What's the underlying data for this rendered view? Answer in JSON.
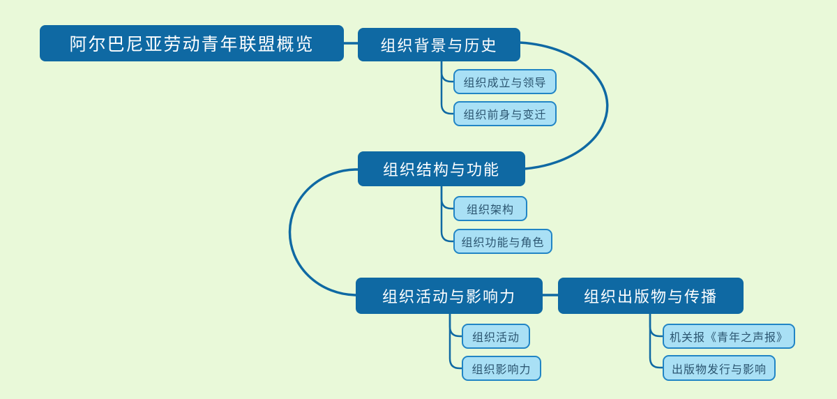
{
  "colors": {
    "background": "#e9f9d9",
    "node_fill": "#0f69a3",
    "node_text": "#ffffff",
    "child_fill": "#a9e0f5",
    "child_border": "#2185c5",
    "child_text": "#2b5570",
    "connector": "#0f69a3"
  },
  "mindmap": {
    "root": {
      "label": "阿尔巴尼亚劳动青年联盟概览"
    },
    "branches": [
      {
        "label": "组织背景与历史",
        "children": [
          {
            "label": "组织成立与领导"
          },
          {
            "label": "组织前身与变迁"
          }
        ]
      },
      {
        "label": "组织结构与功能",
        "children": [
          {
            "label": "组织架构"
          },
          {
            "label": "组织功能与角色"
          }
        ]
      },
      {
        "label": "组织活动与影响力",
        "children": [
          {
            "label": "组织活动"
          },
          {
            "label": "组织影响力"
          }
        ]
      },
      {
        "label": "组织出版物与传播",
        "children": [
          {
            "label": "机关报《青年之声报》"
          },
          {
            "label": "出版物发行与影响"
          }
        ]
      }
    ]
  }
}
